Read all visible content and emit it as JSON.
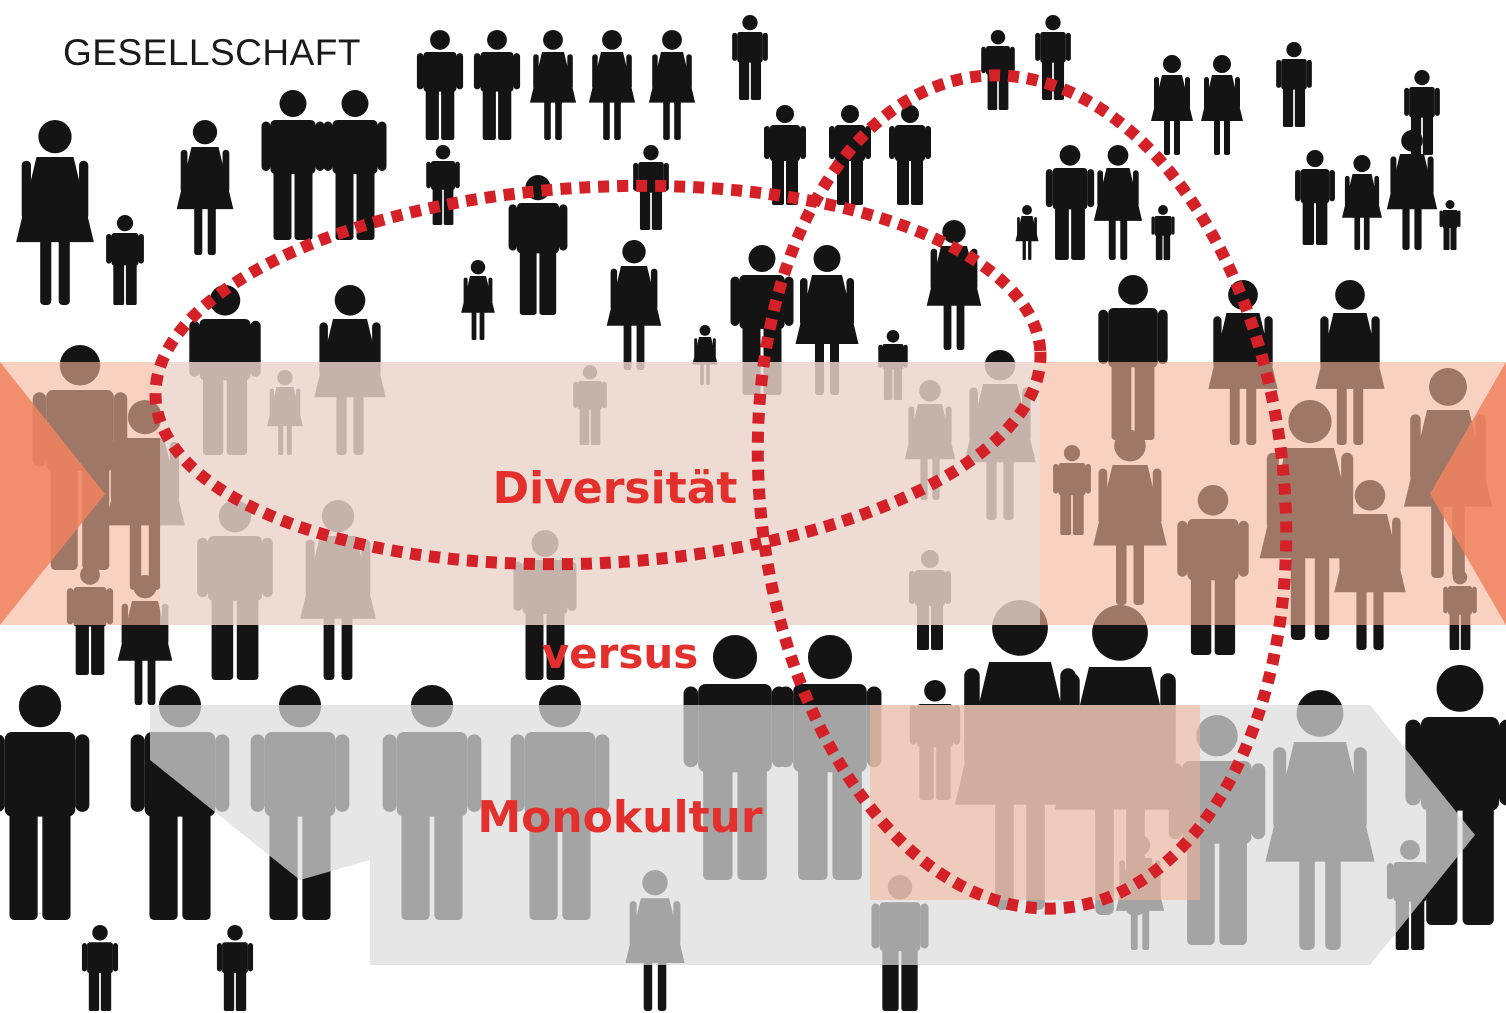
{
  "title": "GESELLSCHAFT",
  "labels": {
    "top": "Diversität",
    "middle": "versus",
    "bottom": "Monokultur"
  },
  "colors": {
    "label_red": "#e3302d",
    "dash_red": "#d42027",
    "figure": "#141414",
    "band_peach": "#f6b49a",
    "band_gray": "#dcdcdc",
    "arrow_orange": "#f0835f"
  },
  "icons": [
    "person-man-icon",
    "person-woman-icon"
  ]
}
